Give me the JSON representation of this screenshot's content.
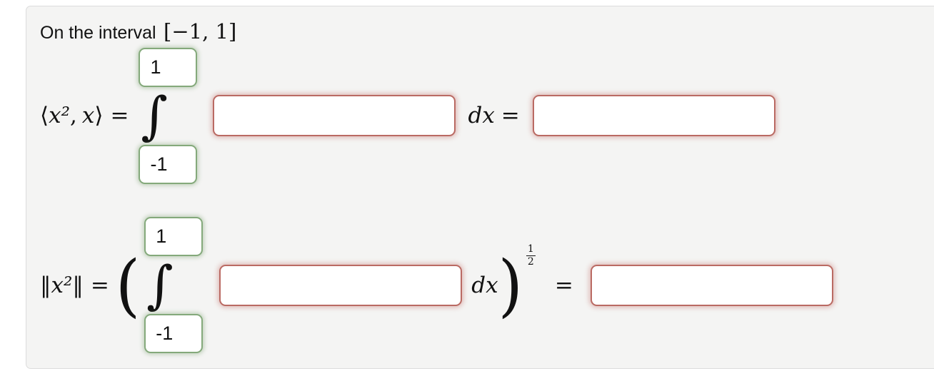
{
  "title": {
    "prefix": "On the interval",
    "interval": "[−1, 1]"
  },
  "colors": {
    "panel_background": "#f4f4f3",
    "panel_border": "#dcdcdc",
    "limit_box_border": "#84a97b",
    "answer_box_border": "#ba6a63"
  },
  "equation1": {
    "lhs_open_bracket": "⟨",
    "lhs_first_arg": "x²",
    "lhs_comma": ",",
    "lhs_second_arg": "x",
    "lhs_close_bracket": "⟩",
    "equals": "=",
    "integral_sign": "∫",
    "upper_limit": "1",
    "lower_limit": "-1",
    "integrand_value": "",
    "differential": "dx",
    "equals_result": "=",
    "result_value": ""
  },
  "equation2": {
    "lhs_open_norm": "‖",
    "lhs_arg": "x²",
    "lhs_close_norm": "‖",
    "equals": "=",
    "open_paren": "(",
    "integral_sign": "∫",
    "upper_limit": "1",
    "lower_limit": "-1",
    "integrand_value": "",
    "differential": "dx",
    "close_paren": ")",
    "exponent_numerator": "1",
    "exponent_denominator": "2",
    "equals_result": "=",
    "result_value": ""
  }
}
